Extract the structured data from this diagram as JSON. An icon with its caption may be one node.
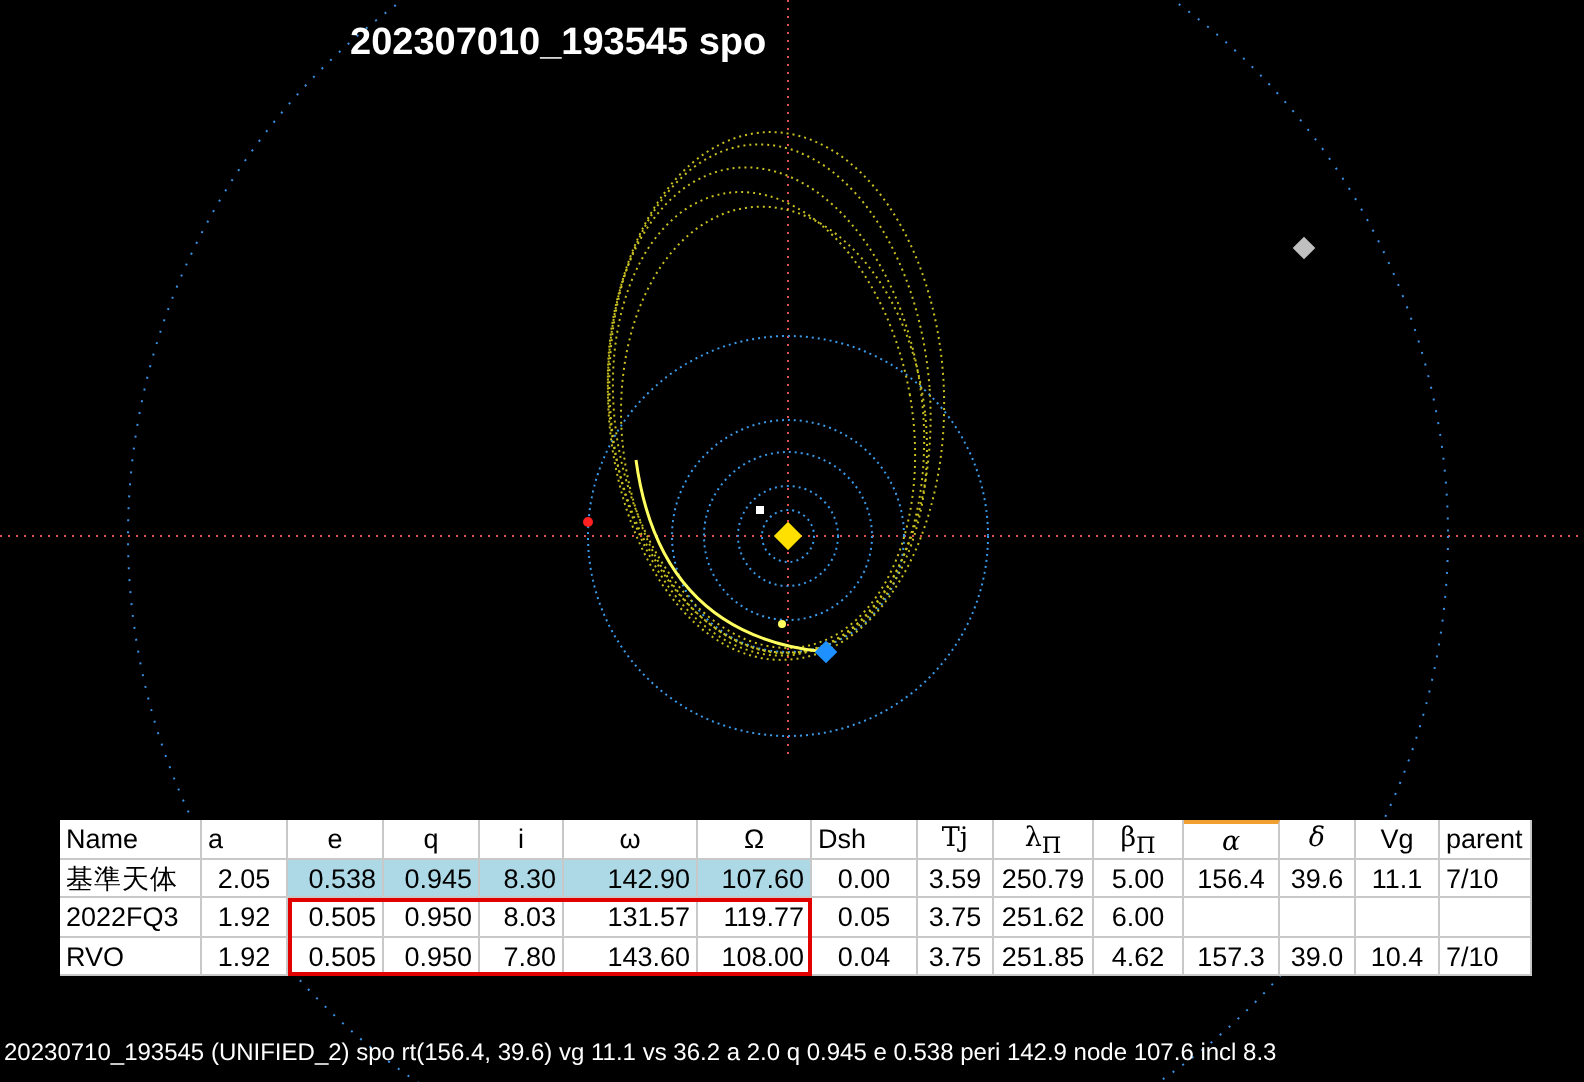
{
  "diagram": {
    "title": "202307010_193545 spo",
    "caption": "20230710_193545 (UNIFIED_2) spo rt(156.4, 39.6) vg 11.1 vs 36.2 a 2.0 q 0.945 e 0.538 peri 142.9 node 107.6 incl 8.3",
    "labels": [
      "Name",
      "a",
      "e",
      "q",
      "i",
      "ω",
      "Ω",
      "Dsh",
      "Tj",
      "λ$_{Π}$",
      "β$_{Π}$",
      "α",
      "δ",
      "Vg",
      "parent",
      "基準天体",
      "2.05",
      "0.538",
      "0.945",
      "8.30",
      "142.90",
      "107.60",
      "0.00",
      "3.59",
      "250.79",
      "5.00",
      "156.4",
      "39.6",
      "11.1",
      "7/10",
      "2022FQ3",
      "1.92",
      "0.505",
      "0.950",
      "8.03",
      "131.57",
      "119.77",
      "0.05",
      "3.75",
      "251.62",
      "6.00",
      "RVO",
      "1.92",
      "0.505",
      "0.950",
      "7.80",
      "143.60",
      "108.00",
      "0.04",
      "3.75",
      "251.85",
      "4.62",
      "157.3",
      "39.0",
      "10.4",
      "7/10"
    ]
  }
}
